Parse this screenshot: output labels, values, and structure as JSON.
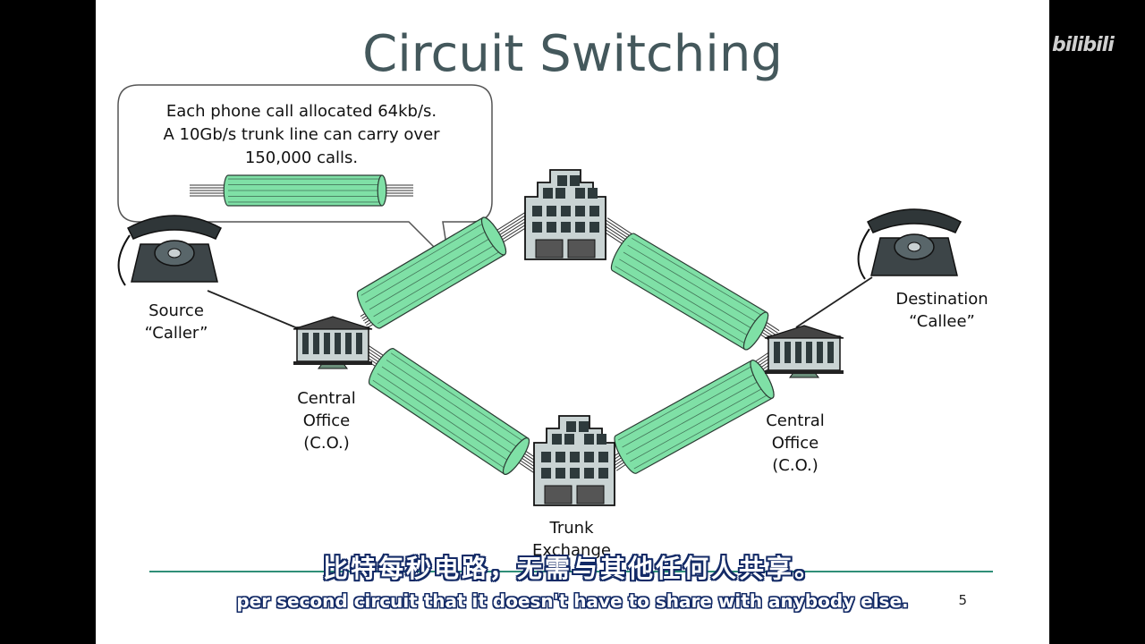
{
  "slide": {
    "title": "Circuit Switching",
    "callout_lines": [
      "Each phone call allocated 64kb/s.",
      "A 10Gb/s trunk line can carry over",
      "150,000 calls."
    ],
    "labels": {
      "source": [
        "Source",
        "“Caller”"
      ],
      "destination": [
        "Destination",
        "“Callee”"
      ],
      "central_office_left": [
        "Central",
        "Office",
        "(C.O.)"
      ],
      "central_office_right": [
        "Central",
        "Office",
        "(C.O.)"
      ],
      "trunk_exchange": [
        "Trunk",
        "Exchange"
      ]
    },
    "page_number": "5"
  },
  "subtitles": {
    "chinese": "比特每秒电路，无需与其他任何人共享。",
    "english": "per second circuit that it doesn't have to share with anybody else."
  },
  "watermark": "bilibili",
  "colors": {
    "tube": "#7fe0a6",
    "title": "#44585c",
    "subtitle_outline": "#132a66",
    "rule": "#2f8f78"
  }
}
